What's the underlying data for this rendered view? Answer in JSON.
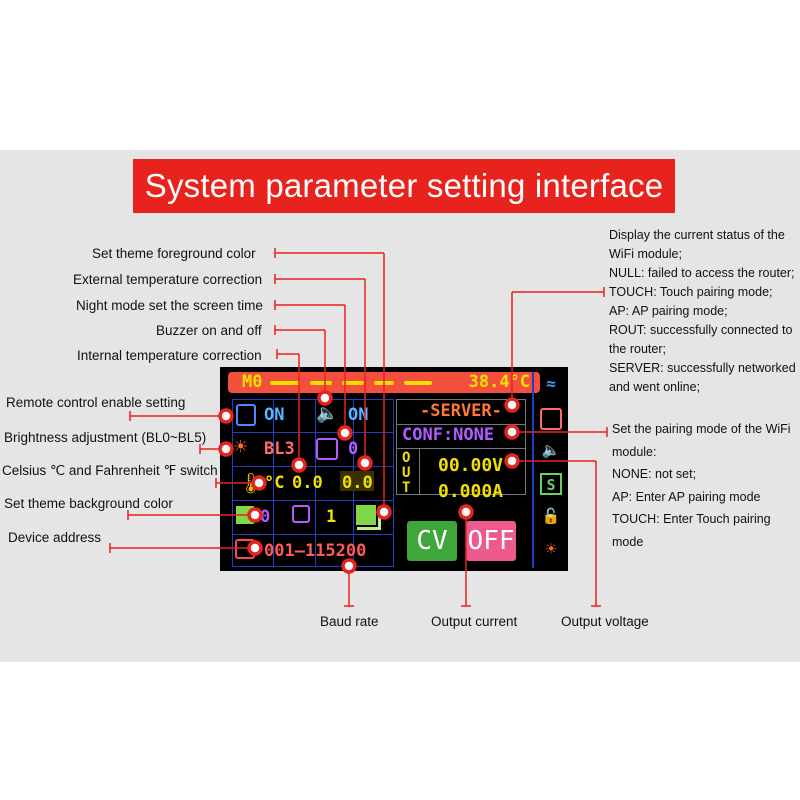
{
  "title": "System parameter setting interface",
  "labels": {
    "foreground": "Set theme foreground color",
    "ext_temp": "External temperature correction",
    "night_mode": "Night mode set the screen time",
    "buzzer": "Buzzer on and off",
    "int_temp": "Internal temperature correction",
    "remote": "Remote control enable setting",
    "brightness": "Brightness adjustment (BL0~BL5)",
    "celsius": "Celsius ℃ and Fahrenheit ℉ switch",
    "background": "Set theme background color",
    "address": "Device address",
    "baud": "Baud rate",
    "out_current": "Output current",
    "out_voltage": "Output voltage"
  },
  "wifi_status": {
    "lines": [
      "Display the current status of the",
      "WiFi module;",
      "NULL: failed to access the router;",
      "TOUCH: Touch pairing mode;",
      "AP: AP pairing mode;",
      "ROUT: successfully connected to",
      "the router;",
      "SERVER: successfully networked",
      "and went online;"
    ]
  },
  "pairing": {
    "lines": [
      "Set the pairing mode of the WiFi",
      "module:",
      "NONE: not set;",
      "AP: Enter AP pairing mode",
      "TOUCH: Enter Touch pairing",
      "mode"
    ]
  },
  "screen": {
    "mode": "M0",
    "temperature": "38.4°C",
    "server": "-SERVER-",
    "conf": "CONF:NONE",
    "out_label": "OUT",
    "voltage": "00.00V",
    "current": "0.000A",
    "remote_state": "ON",
    "buzzer_state": "ON",
    "brightness": "BL3",
    "night_time": "0",
    "temp_unit": "°C",
    "int_temp_corr": "0.0",
    "ext_temp_corr": "0.0",
    "bg_color": "0",
    "fg_color": "1",
    "address_baud": "001—115200",
    "cv_label": "CV",
    "off_label": "OFF",
    "sidebar_s": "S"
  },
  "colors": {
    "title_bg": "#e8221c",
    "marker": "#e8221c",
    "topbar": "#f2503c",
    "value_yellow": "#f0e000",
    "cv_green": "#3ea63a",
    "off_pink": "#ec5a8e"
  }
}
